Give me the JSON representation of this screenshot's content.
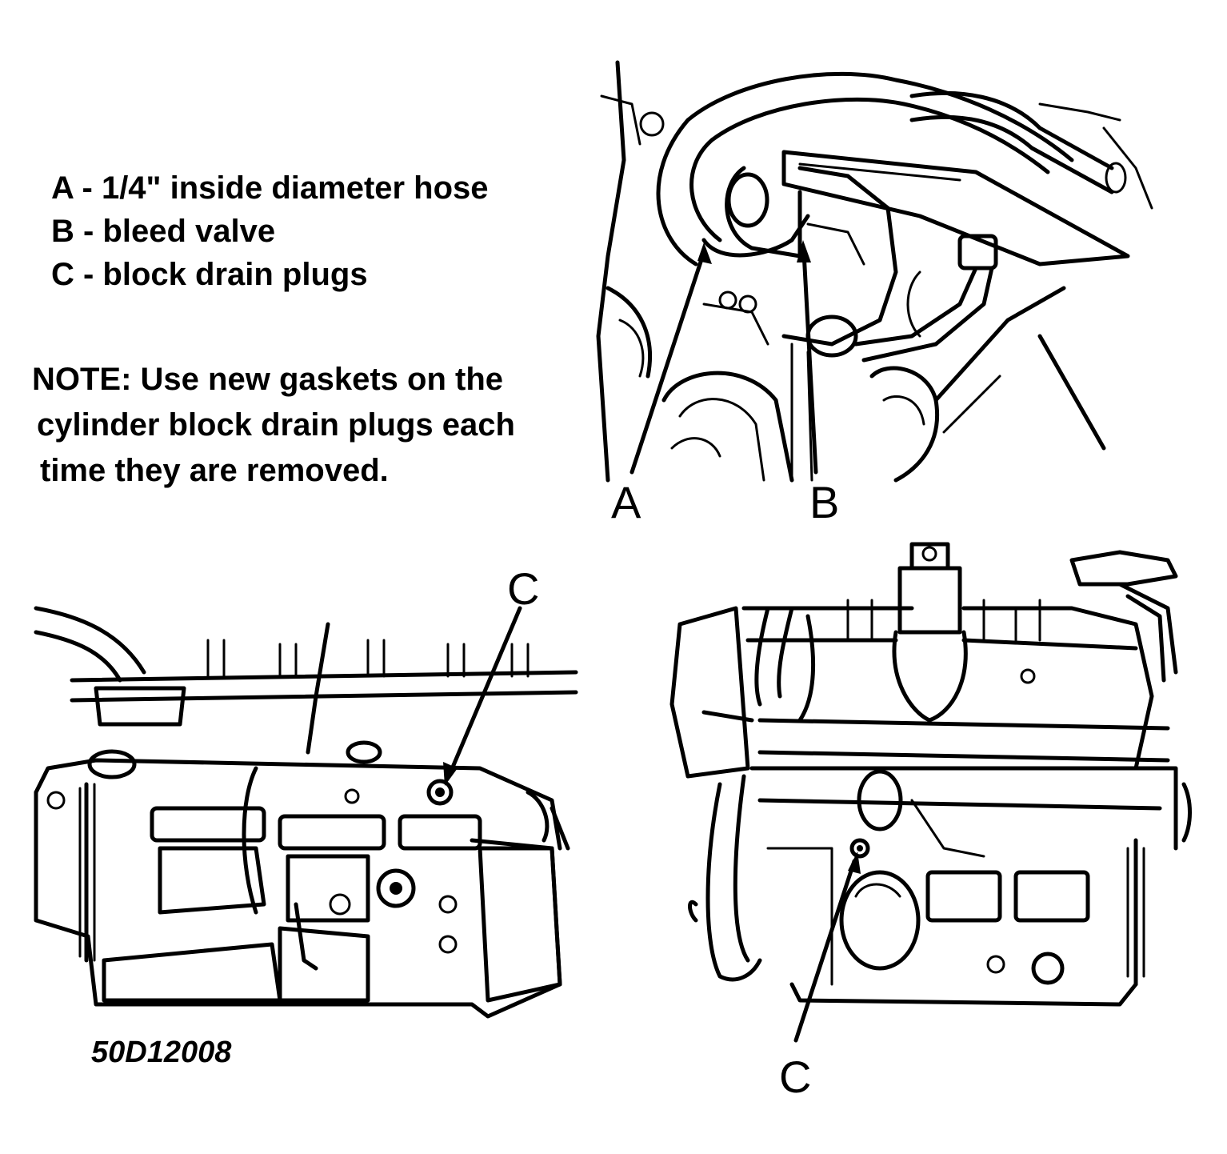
{
  "legend": {
    "a": "A - 1/4\" inside diameter hose",
    "b": "B - bleed valve",
    "c": "C - block drain plugs"
  },
  "note": {
    "line1": "NOTE: Use new gaskets on the",
    "line2": "cylinder block drain  plugs each",
    "line3": "time they are removed."
  },
  "callouts": {
    "a": "A",
    "b": "B",
    "c_left": "C",
    "c_right": "C"
  },
  "figure_id": "50D12008"
}
